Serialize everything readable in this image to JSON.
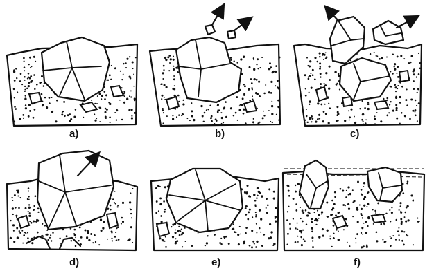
{
  "panels": [
    {
      "id": "a",
      "label": "a)"
    },
    {
      "id": "b",
      "label": "b)"
    },
    {
      "id": "c",
      "label": "c)"
    },
    {
      "id": "d",
      "label": "d)"
    },
    {
      "id": "e",
      "label": "e)"
    },
    {
      "id": "f",
      "label": "f)"
    }
  ],
  "colors": {
    "ink": "#111111",
    "background": "#ffffff"
  }
}
